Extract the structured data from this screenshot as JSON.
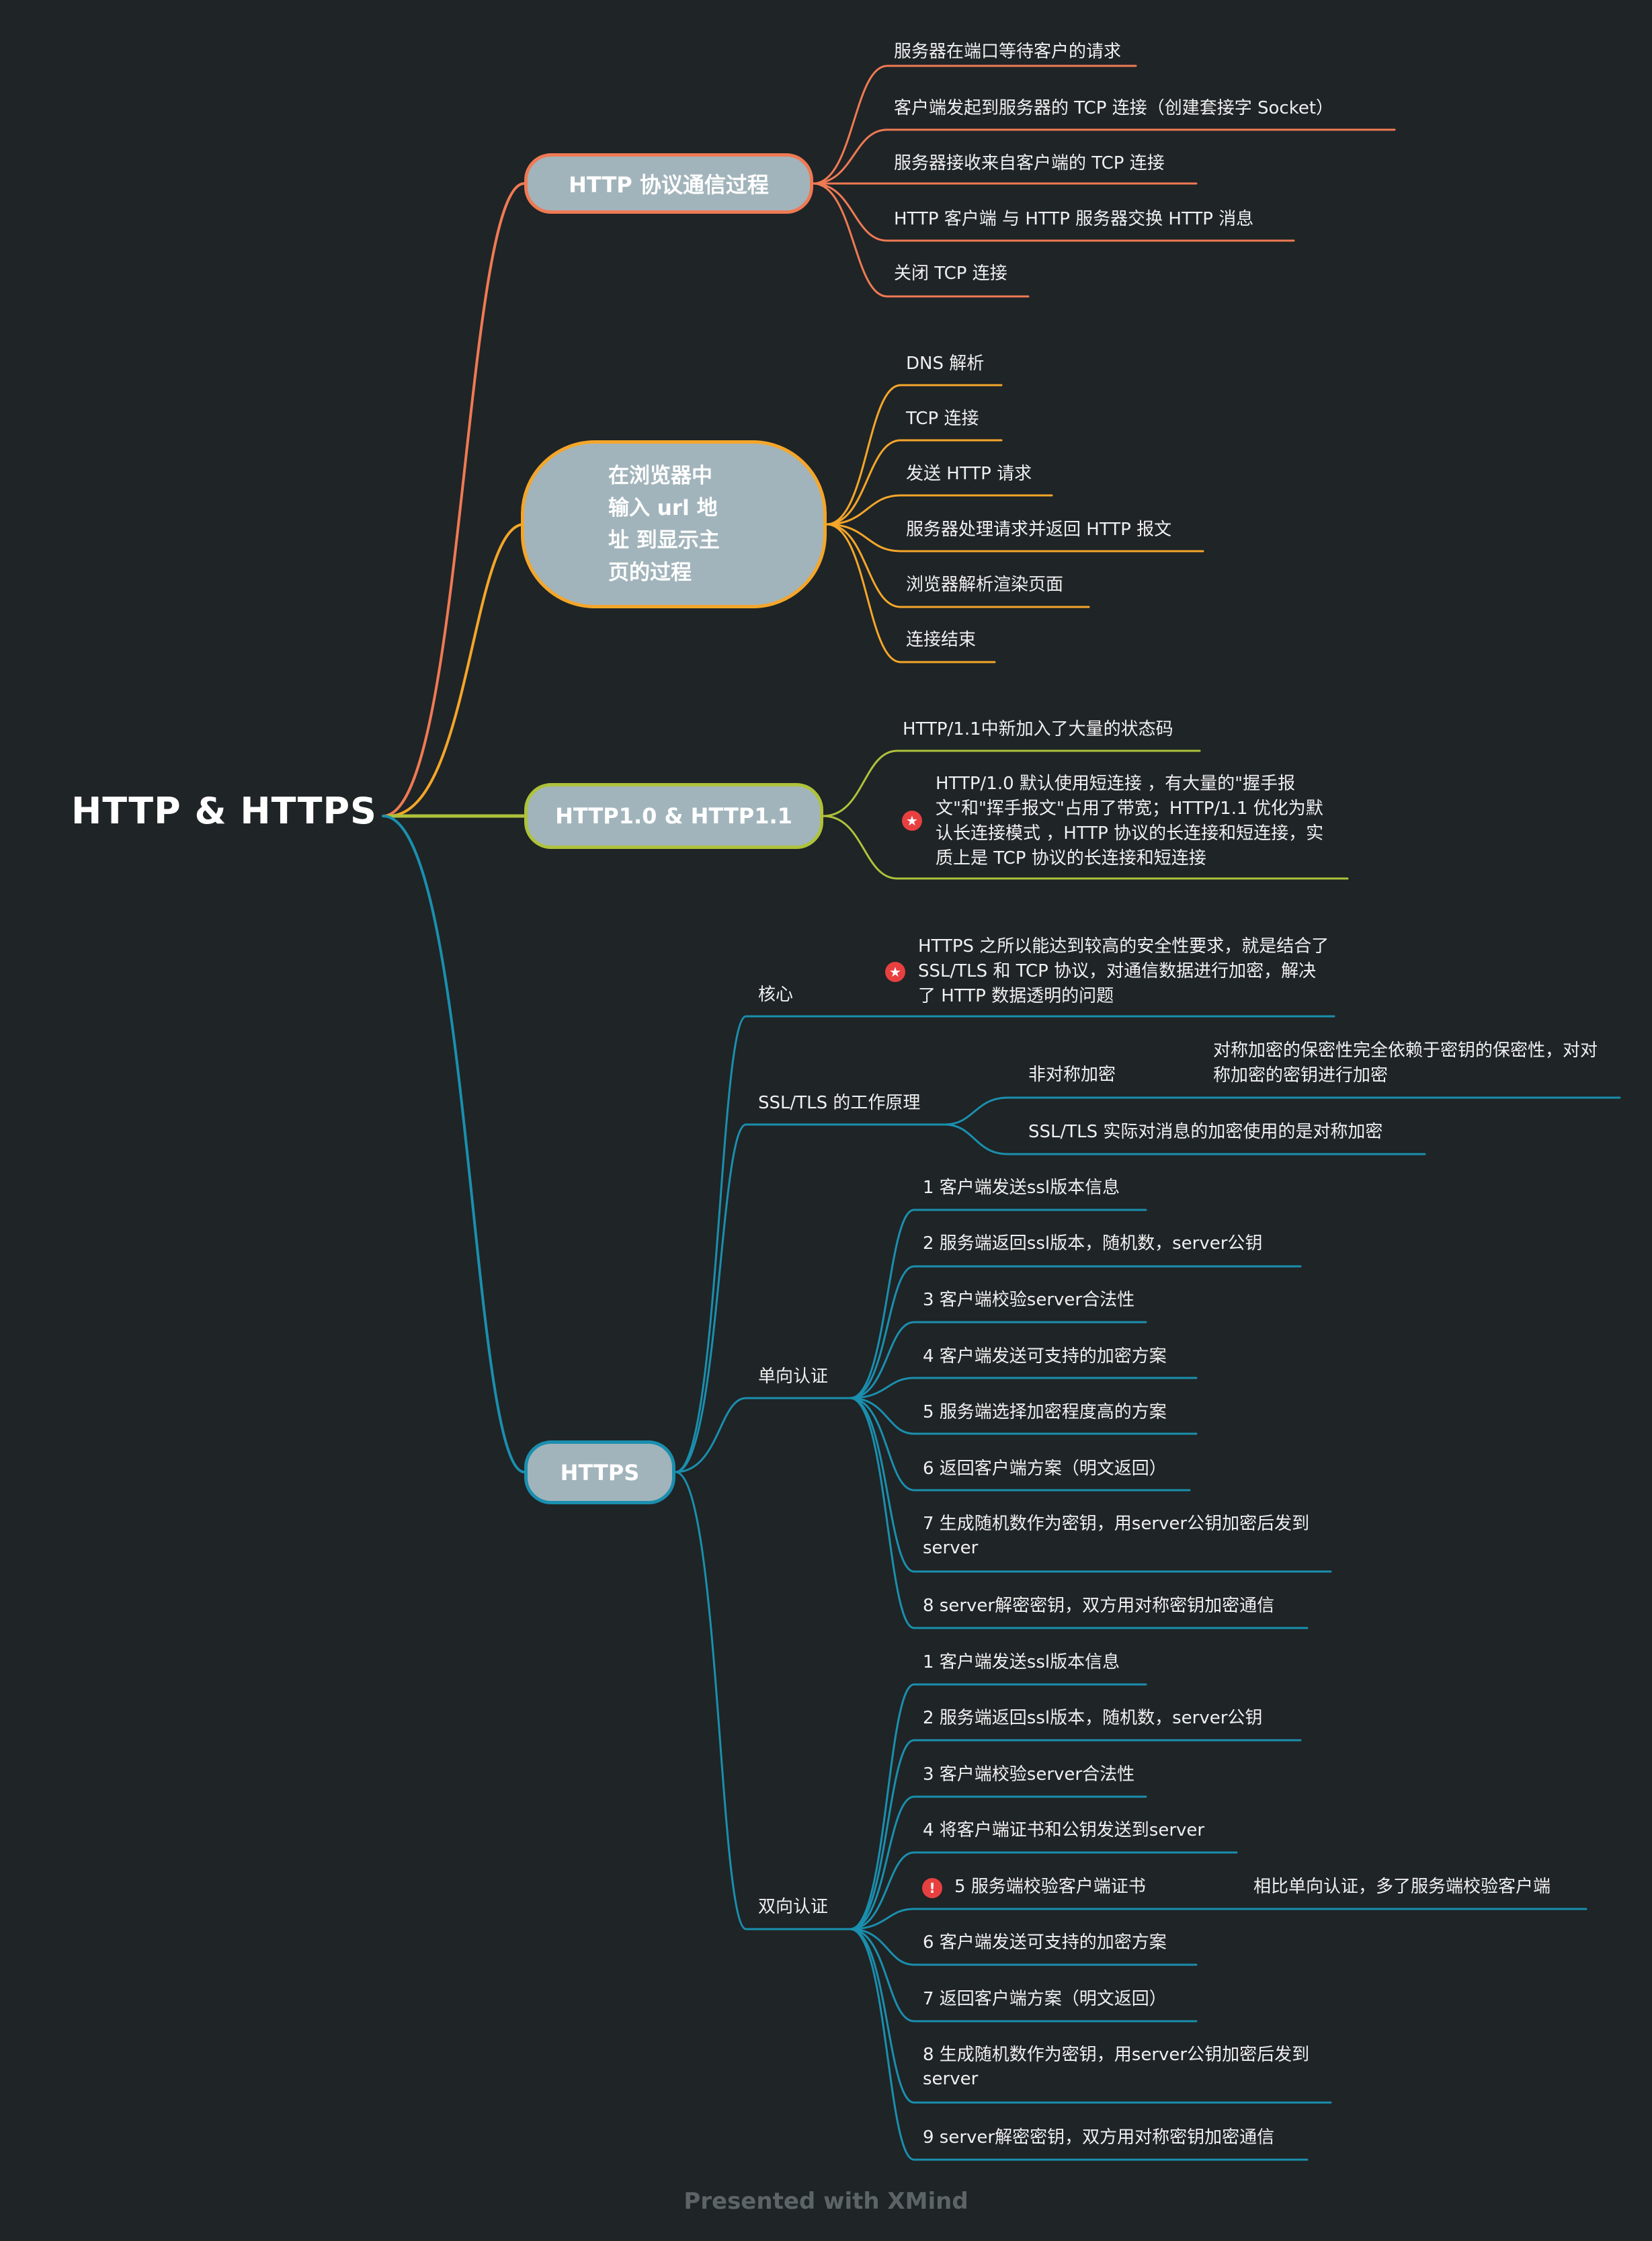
{
  "root": "HTTP & HTTPS",
  "footer": "Presented with XMind",
  "colors": {
    "background": "#1f2426",
    "orange": "#ef7a54",
    "yellow": "#f4a62a",
    "green": "#aec23b",
    "blue": "#1a8fae",
    "node_fill": "#a2b4bb"
  },
  "icons": {
    "star": "star-icon",
    "warning": "exclamation-icon"
  },
  "branches": {
    "comm": {
      "label": "HTTP 协议通信过程",
      "items": [
        "服务器在端口等待客户的请求",
        "客户端发起到服务器的 TCP 连接（创建套接字 Socket）",
        "服务器接收来自客户端的 TCP 连接",
        "HTTP 客户端 与 HTTP 服务器交换 HTTP 消息",
        "关闭 TCP 连接"
      ]
    },
    "url": {
      "label": "在浏览器中输入 url 地址 到显示主页的过程",
      "items": [
        "DNS 解析",
        "TCP 连接",
        "发送 HTTP 请求",
        "服务器处理请求并返回 HTTP 报文",
        "浏览器解析渲染页面",
        "连接结束"
      ]
    },
    "http1": {
      "label": "HTTP1.0 & HTTP1.1",
      "items": [
        "HTTP/1.1中新加入了大量的状态码",
        "HTTP/1.0 默认使用短连接 ，有大量的\"握手报文\"和\"挥手报文\"占用了带宽；HTTP/1.1 优化为默认长连接模式 ，HTTP 协议的长连接和短连接，实质上是 TCP 协议的长连接和短连接"
      ]
    },
    "https": {
      "label": "HTTPS",
      "core": {
        "label": "核心",
        "item": "HTTPS 之所以能达到较高的安全性要求，就是结合了 SSL/TLS 和 TCP 协议，对通信数据进行加密，解决了 HTTP 数据透明的问题"
      },
      "ssl": {
        "label": "SSL/TLS 的工作原理",
        "asym_label": "非对称加密",
        "asym_item": "对称加密的保密性完全依赖于密钥的保密性，对对称加密的密钥进行加密",
        "item2": "SSL/TLS 实际对消息的加密使用的是对称加密"
      },
      "one_way": {
        "label": "单向认证",
        "steps": [
          "1 客户端发送ssl版本信息",
          "2 服务端返回ssl版本，随机数，server公钥",
          "3 客户端校验server合法性",
          "4 客户端发送可支持的加密方案",
          "5 服务端选择加密程度高的方案",
          "6 返回客户端方案（明文返回）",
          "7 生成随机数作为密钥，用server公钥加密后发到server",
          "8 server解密密钥，双方用对称密钥加密通信"
        ]
      },
      "two_way": {
        "label": "双向认证",
        "steps": [
          "1 客户端发送ssl版本信息",
          "2 服务端返回ssl版本，随机数，server公钥",
          "3 客户端校验server合法性",
          "4 将客户端证书和公钥发送到server",
          "5 服务端校验客户端证书",
          "6 客户端发送可支持的加密方案",
          "7 返回客户端方案（明文返回）",
          "8 生成随机数作为密钥，用server公钥加密后发到server",
          "9 server解密密钥，双方用对称密钥加密通信"
        ],
        "note": "相比单向认证，多了服务端校验客户端"
      }
    }
  }
}
